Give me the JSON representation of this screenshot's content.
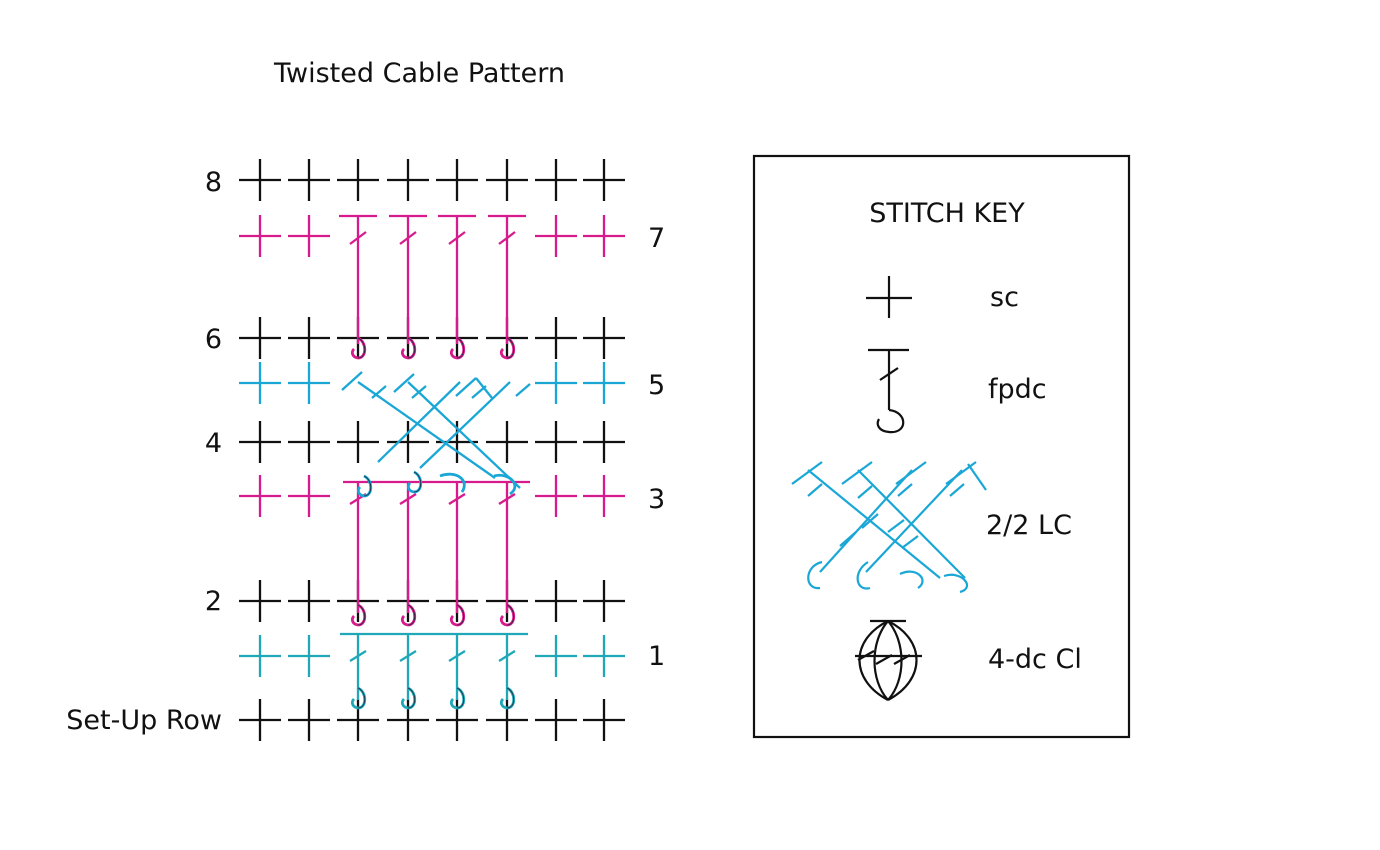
{
  "title": "Twisted Cable Pattern",
  "rows": [
    {
      "id": "setup",
      "label": "Set-Up Row",
      "label_side": "left",
      "color": "#111111"
    },
    {
      "id": "r1",
      "label": "1",
      "label_side": "right",
      "color": "#20a8b8"
    },
    {
      "id": "r2",
      "label": "2",
      "label_side": "left",
      "color": "#111111"
    },
    {
      "id": "r3",
      "label": "3",
      "label_side": "right",
      "color": "#d81b8c"
    },
    {
      "id": "r4",
      "label": "4",
      "label_side": "left",
      "color": "#111111"
    },
    {
      "id": "r5",
      "label": "5",
      "label_side": "right",
      "color": "#1aa7d6"
    },
    {
      "id": "r6",
      "label": "6",
      "label_side": "left",
      "color": "#111111"
    },
    {
      "id": "r7",
      "label": "7",
      "label_side": "right",
      "color": "#d81b8c"
    },
    {
      "id": "r8",
      "label": "8",
      "label_side": "left",
      "color": "#111111"
    }
  ],
  "stitches_per_row": 8,
  "colors": {
    "sc": "#111111",
    "teal": "#20a8b8",
    "magenta": "#d81b8c",
    "cyan": "#1aa7d6"
  },
  "key": {
    "heading": "STITCH KEY",
    "items": [
      {
        "symbol": "sc-icon",
        "label": "sc"
      },
      {
        "symbol": "fpdc-icon",
        "label": "fpdc"
      },
      {
        "symbol": "cable-icon",
        "label": "2/2 LC"
      },
      {
        "symbol": "cluster-icon",
        "label": "4-dc Cl"
      }
    ]
  }
}
